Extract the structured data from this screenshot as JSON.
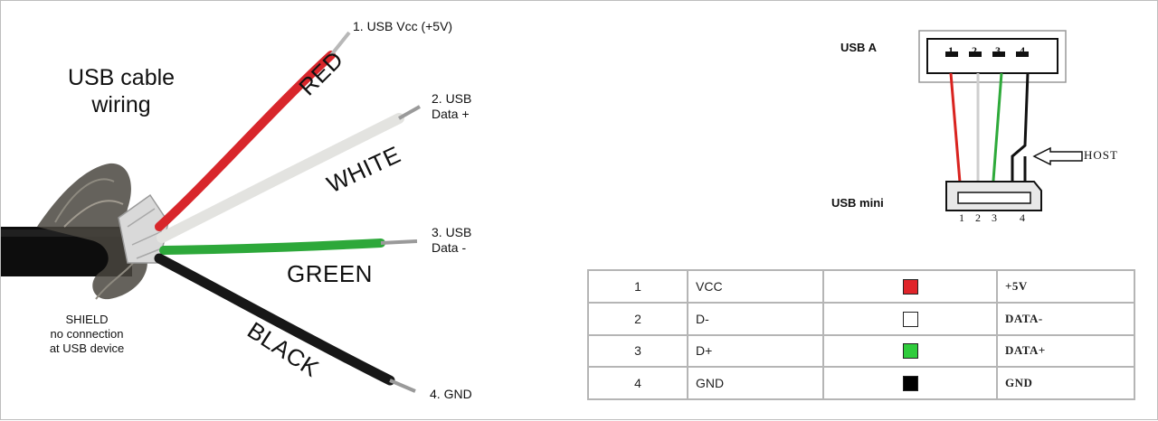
{
  "left": {
    "title_line1": "USB cable",
    "title_line2": "wiring",
    "pins": [
      {
        "line1": "1. USB Vcc (+5V)",
        "line2": ""
      },
      {
        "line1": "2. USB",
        "line2": "Data +"
      },
      {
        "line1": "3. USB",
        "line2": "Data -"
      },
      {
        "line1": "4. GND",
        "line2": ""
      }
    ],
    "wire_words": [
      "RED",
      "WHITE",
      "GREEN",
      "BLACK"
    ],
    "shield": [
      "SHIELD",
      "no connection",
      "at USB device"
    ]
  },
  "schematic": {
    "usb_a_label": "USB A",
    "usb_mini_label": "USB mini",
    "usb_a_pins": [
      "1",
      "2",
      "3",
      "4"
    ],
    "usb_mini_pins": [
      "1",
      "2",
      "3",
      "4"
    ],
    "host_label": "HOST",
    "wire_colors": [
      "#d9231f",
      "#cfcfcf",
      "#2eaa3a",
      "#111111"
    ]
  },
  "table": {
    "rows": [
      {
        "num": "1",
        "signal": "VCC",
        "color": "#e0242a",
        "desc": "+5V"
      },
      {
        "num": "2",
        "signal": "D-",
        "color": "#ffffff",
        "desc": "DATA-"
      },
      {
        "num": "3",
        "signal": "D+",
        "color": "#2fcc3c",
        "desc": "DATA+"
      },
      {
        "num": "4",
        "signal": "GND",
        "color": "#000000",
        "desc": "GND"
      }
    ]
  }
}
